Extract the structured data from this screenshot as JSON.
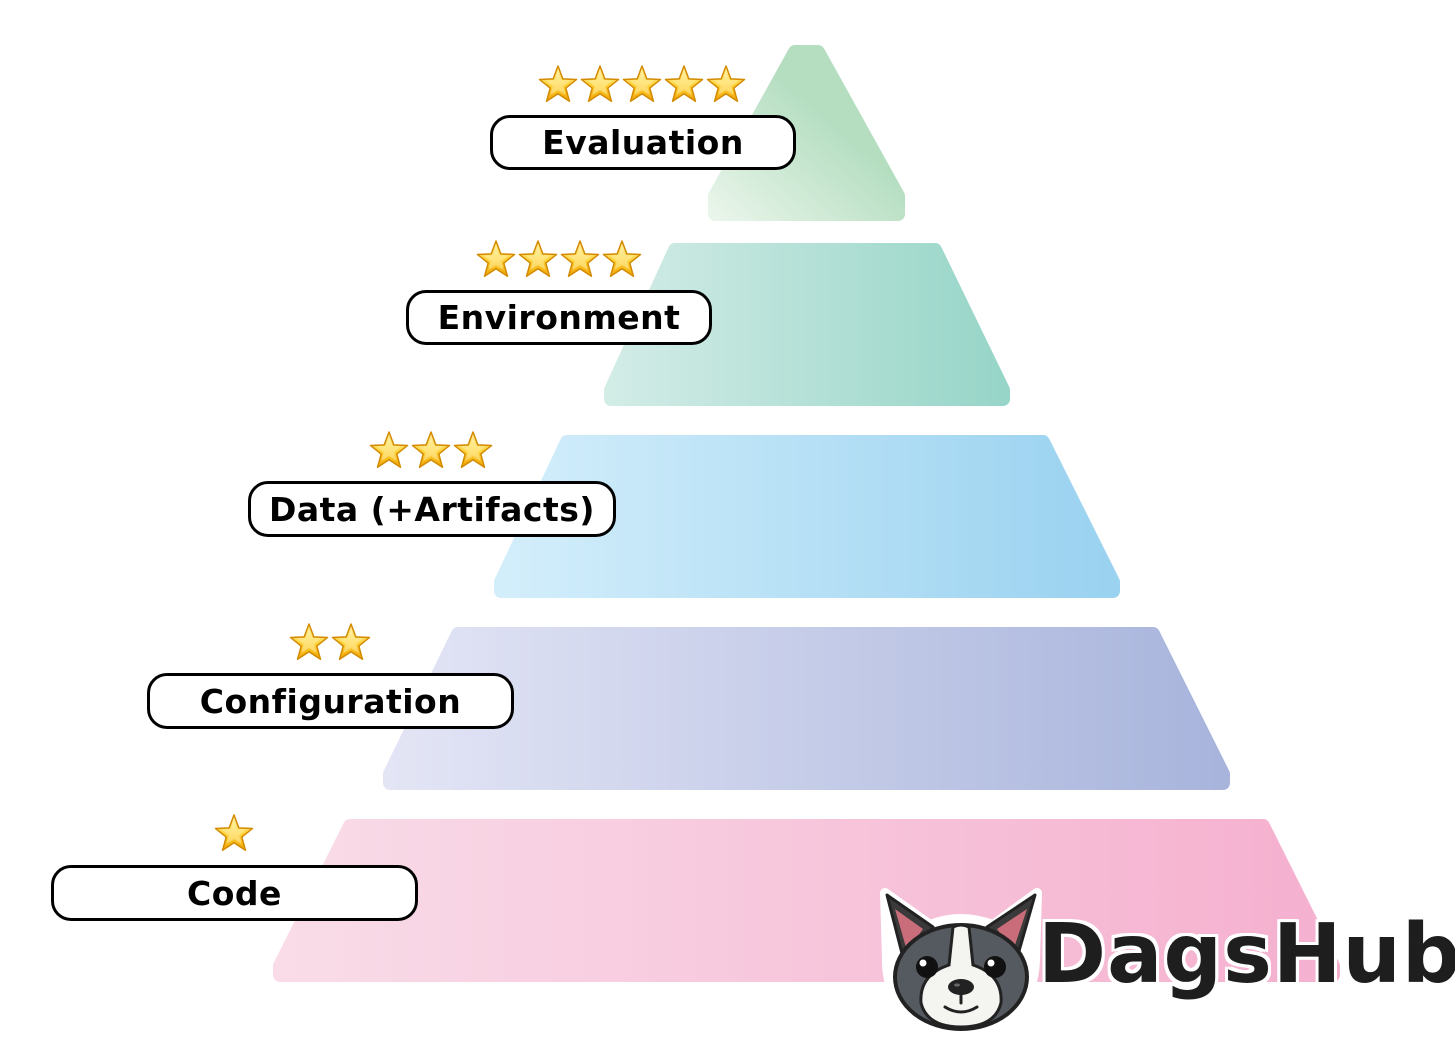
{
  "levels": [
    {
      "label": "Evaluation",
      "stars": 5,
      "colors": [
        "#e9f5ea",
        "#b5dec1"
      ]
    },
    {
      "label": "Environment",
      "stars": 4,
      "colors": [
        "#d2ece6",
        "#97d5c8"
      ]
    },
    {
      "label": "Data (+Artifacts)",
      "stars": 3,
      "colors": [
        "#d3eefb",
        "#9ad2f0"
      ]
    },
    {
      "label": "Configuration",
      "stars": 2,
      "colors": [
        "#e3e5f5",
        "#a8b4dc"
      ]
    },
    {
      "label": "Code",
      "stars": 1,
      "colors": [
        "#f9dce8",
        "#f5b0cf"
      ]
    }
  ],
  "logo": {
    "text": "DagsHub"
  }
}
